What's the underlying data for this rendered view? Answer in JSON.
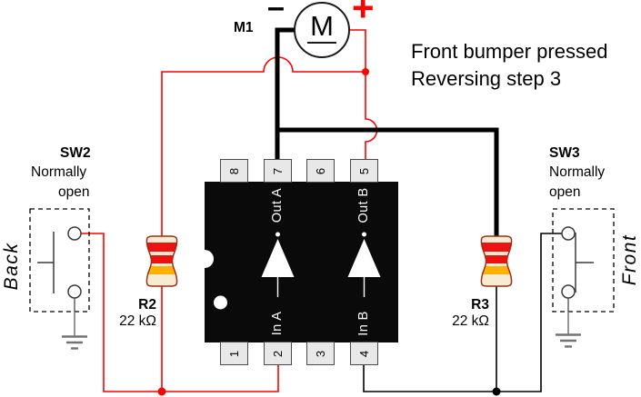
{
  "colors": {
    "wire_red": "#ff0000",
    "wire_black": "#000000",
    "plus_red": "#ff0000",
    "resistor_body": "#f7ecd2",
    "resistor_border": "#993016",
    "band_red": "#ee1111",
    "band_orange": "#ffb103",
    "chip_body": "#0a0a0a",
    "pin_box_bg": "#e8e8e8",
    "ground_gray": "#737373"
  },
  "caption": {
    "line1": "Front bumper pressed",
    "line2": "Reversing step 3"
  },
  "motor": {
    "name": "M1",
    "symbol": "M",
    "negative": "–",
    "positive": "+"
  },
  "ic": {
    "pins": {
      "p8": "8",
      "p7": "7",
      "p6": "6",
      "p5": "5",
      "p1": "1",
      "p2": "2",
      "p3": "3",
      "p4": "4"
    },
    "labels": {
      "out_a": "Out A",
      "in_a": "In A",
      "out_b": "Out B",
      "in_b": "In B"
    }
  },
  "resistors": {
    "r2": {
      "name": "R2",
      "value": "22 kΩ"
    },
    "r3": {
      "name": "R3",
      "value": "22 kΩ"
    }
  },
  "switches": {
    "sw2": {
      "name": "SW2",
      "note1": "Normally",
      "note2": "open"
    },
    "sw3": {
      "name": "SW3",
      "note1": "Normally",
      "note2": "open"
    }
  },
  "sides": {
    "left": "Back",
    "right": "Front"
  }
}
